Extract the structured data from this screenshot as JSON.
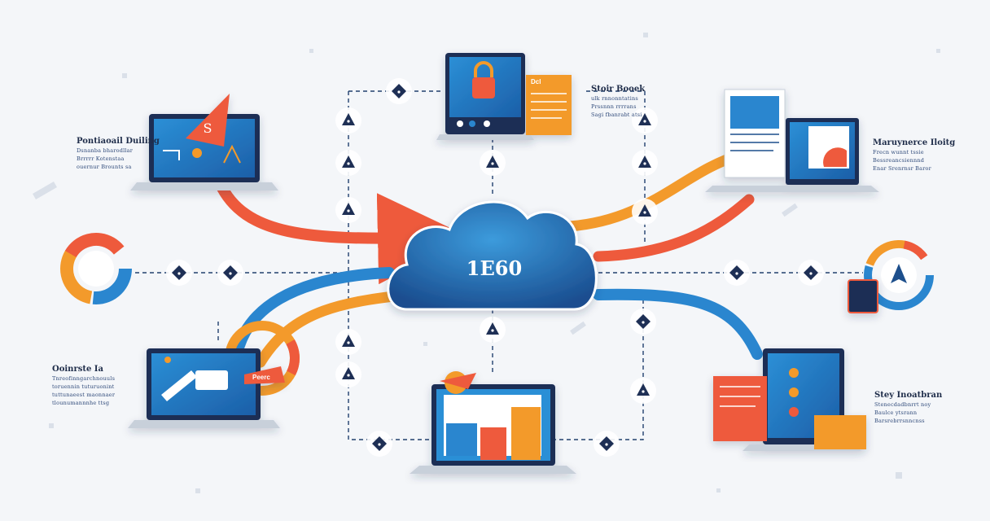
{
  "hub": {
    "label": "1E60"
  },
  "labels": {
    "top_left": {
      "title": "Pontiaoail Duiling",
      "lines": [
        "Dsnanba bharodllar",
        "Brrrrr Kotenstaa",
        "ouernur Brounts sa"
      ]
    },
    "top_center": {
      "title": "Stoir Booek",
      "lines": [
        "ulk rnnonntatins",
        "Prssnnn rrrrans",
        "Sagi fbanrabt atsi"
      ]
    },
    "top_right": {
      "title": "Maruynerce Iloitg",
      "lines": [
        "Frecn wunnt tssie",
        "Bessreancsiennnd",
        "Enar Srenrnsr Baror"
      ]
    },
    "bottom_left": {
      "title": "Ooinrste Ia",
      "lines": [
        "Tnreofinngarchnouuls",
        "toruennin tuturuonint",
        "tuttunaeest maonnaer",
        "tlounumannnhe ttsg"
      ]
    },
    "bottom_right": {
      "title": "Stey Inoatbran",
      "lines": [
        "Stenecdadbnrrt noy",
        "Baulce ytsrann",
        "Barsrebrrsnncnss"
      ]
    }
  },
  "screens": {
    "banner_text": "Peerc",
    "side_card_text": "Dcl"
  },
  "colors": {
    "blue": "#2a86cf",
    "dark_blue": "#1d4f8c",
    "orange": "#f39a2b",
    "red": "#ee5a3c",
    "navy": "#1e2f55"
  },
  "icons": [
    "warning-icon",
    "padlock-icon",
    "gear-icon",
    "rocket-icon",
    "pen-icon",
    "chat-icon"
  ]
}
